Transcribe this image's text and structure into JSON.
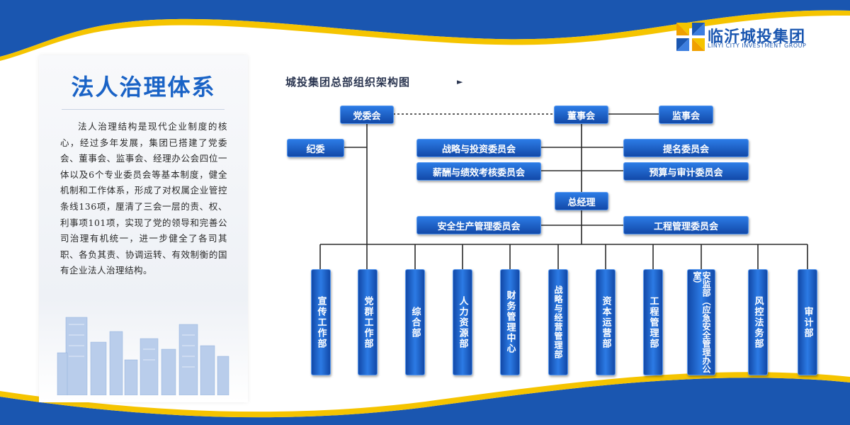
{
  "brand": {
    "name": "临沂城投集团",
    "subtitle": "LINYI CITY INVESTMENT GROUP",
    "colors": {
      "primary": "#1a56b0",
      "accent": "#f5c400",
      "box": "#1a5fc8"
    }
  },
  "left_panel": {
    "title": "法人治理体系",
    "body": "法人治理结构是现代企业制度的核心，经过多年发展，集团已搭建了党委会、董事会、监事会、经理办公会四位一体以及6个专业委员会等基本制度，健全机制和工作体系，形成了对权属企业管控条线136项，厘清了三会一层的责、权、利事项101项，实现了党的领导和完善公司治理有机统一，进一步健全了各司其职、各负其责、协调运转、有效制衡的国有企业法人治理结构。"
  },
  "org_chart": {
    "title": "城投集团总部组织架构图",
    "top": {
      "party_committee": "党委会",
      "board": "董事会",
      "supervisory": "监事会",
      "discipline": "纪委"
    },
    "committees_left": [
      "战略与投资委员会",
      "薪酬与绩效考核委员会"
    ],
    "committees_right": [
      "提名委员会",
      "预算与审计委员会"
    ],
    "general_manager": "总经理",
    "gm_committees": [
      "安全生产管理委员会",
      "工程管理委员会"
    ],
    "departments": [
      "宣传工作部",
      "党群工作部",
      "综合部",
      "人力资源部",
      "财务管理中心",
      "战略与经营管理部",
      "资本运营部",
      "工程管理部",
      "安监部（应急安全管理办公室）",
      "风控法务部",
      "审计部"
    ]
  }
}
